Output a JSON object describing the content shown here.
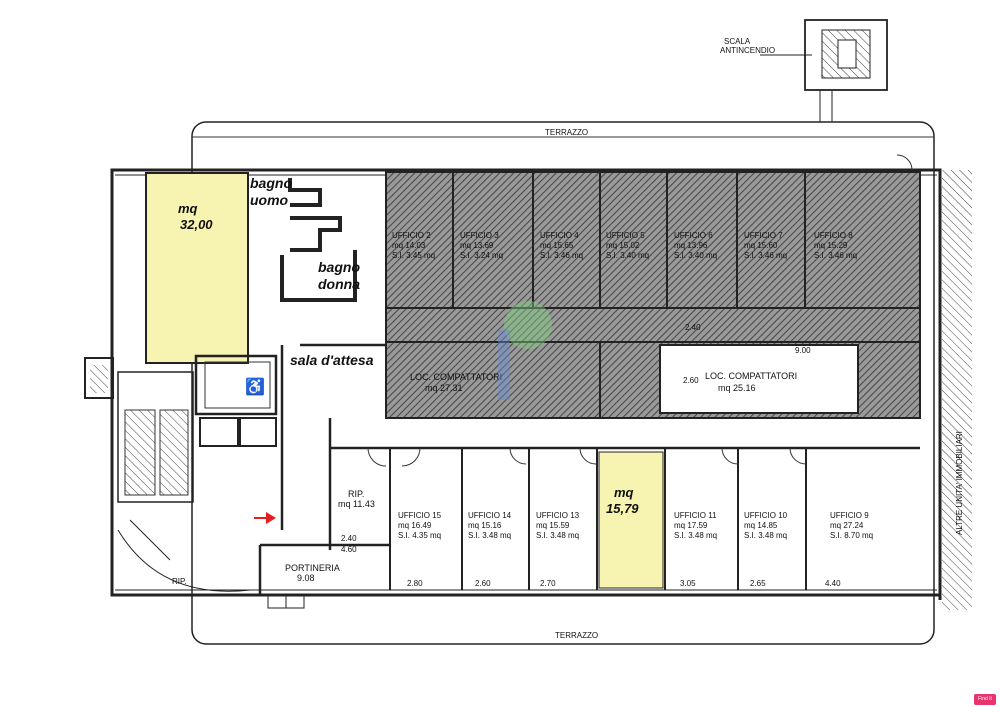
{
  "labels": {
    "scala": "SCALA",
    "antincendio": "ANTINCENDIO",
    "terrazzo_top": "TERRAZZO",
    "terrazzo_bottom": "TERRAZZO",
    "bagno_uomo_1": "bagno",
    "bagno_uomo_2": "uomo",
    "bagno_donna_1": "bagno",
    "bagno_donna_2": "donna",
    "sala_attesa": "sala d'attesa",
    "left_mq_1": "mq",
    "left_mq_2": "32,00",
    "center_mq_1": "mq",
    "center_mq_2": "15,79",
    "altre_unita": "ALTRE UNITA' IMMOBILIARI",
    "loc_compattatori_1": "LOC. COMPATTATORI",
    "loc_compattatori_1_mq": "mq 25.16",
    "loc_compattatori_2": "LOC. COMPATTATORI",
    "loc_compattatori_2_mq": "mq 27.31",
    "rip_1": "RIP.",
    "rip_1_mq": "mq 11.43",
    "rip_2": "RIP.",
    "portineria": "PORTINERIA",
    "portineria_mq": "9.08",
    "footer_badge": "Find It"
  },
  "top_offices": [
    {
      "name": "UFFICIO 2",
      "mq": "mq 14.03",
      "si": "S.I. 3.45 mq"
    },
    {
      "name": "UFFICIO 3",
      "mq": "mq 13.69",
      "si": "S.I. 3.24 mq"
    },
    {
      "name": "UFFICIO 4",
      "mq": "mq 15.65",
      "si": "S.I. 3.46 mq"
    },
    {
      "name": "UFFICIO 5",
      "mq": "mq 15.02",
      "si": "S.I. 3.40 mq"
    },
    {
      "name": "UFFICIO 6",
      "mq": "mq 13.96",
      "si": "S.I. 3.40 mq"
    },
    {
      "name": "UFFICIO 7",
      "mq": "mq 15.60",
      "si": "S.I. 3.46 mq"
    },
    {
      "name": "UFFICIO 8",
      "mq": "mq 15.29",
      "si": "S.I. 3.46 mq"
    }
  ],
  "bottom_offices": [
    {
      "name": "UFFICIO 15",
      "mq": "mq 16.49",
      "si": "S.I. 4.35 mq"
    },
    {
      "name": "UFFICIO 14",
      "mq": "mq 15.16",
      "si": "S.I. 3.48 mq"
    },
    {
      "name": "UFFICIO 13",
      "mq": "mq 15.59",
      "si": "S.I. 3.48 mq"
    },
    {
      "name": "UFFICIO 11",
      "mq": "mq 17.59",
      "si": "S.I. 3.48 mq"
    },
    {
      "name": "UFFICIO 10",
      "mq": "mq 14.85",
      "si": "S.I. 3.48 mq"
    },
    {
      "name": "UFFICIO 9",
      "mq": "mq 27.24",
      "si": "S.I. 8.70 mq"
    }
  ],
  "dimensions": {
    "d_240": "2.40",
    "d_460": "4.60",
    "d_280": "2.80",
    "d_260": "2.60",
    "d_270": "2.70",
    "d_305": "3.05",
    "d_265": "2.65",
    "d_440": "4.40",
    "d_900": "9.00",
    "d_260b": "2.60",
    "d_240b": "2.40"
  },
  "colors": {
    "highlight": "#f7f3b0",
    "hatch": "#6f6f6f",
    "wall": "#222222",
    "arrow": "#e02020",
    "badge": "#e8336d"
  }
}
